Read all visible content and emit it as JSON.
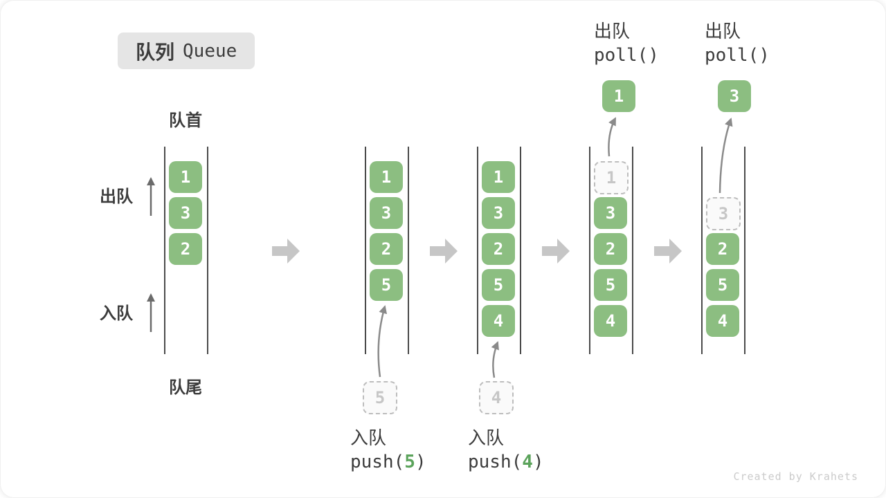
{
  "title": {
    "zh": "队列",
    "en": "Queue"
  },
  "labels": {
    "front": "队首",
    "rear": "队尾",
    "dequeue": "出队",
    "enqueue": "入队"
  },
  "states": [
    {
      "cells": [
        "1",
        "3",
        "2"
      ]
    },
    {
      "cells": [
        "1",
        "3",
        "2",
        "5"
      ],
      "incoming": "5",
      "op": {
        "name": "入队",
        "code_open": "push(",
        "code_arg": "5",
        "code_close": ")"
      }
    },
    {
      "cells": [
        "1",
        "3",
        "2",
        "5",
        "4"
      ],
      "incoming": "4",
      "op": {
        "name": "入队",
        "code_open": "push(",
        "code_arg": "4",
        "code_close": ")"
      }
    },
    {
      "ghost": "1",
      "cells": [
        "3",
        "2",
        "5",
        "4"
      ],
      "outgoing": "1",
      "op": {
        "name": "出队",
        "code": "poll()"
      }
    },
    {
      "ghost": "3",
      "cells": [
        "2",
        "5",
        "4"
      ],
      "outgoing": "3",
      "op": {
        "name": "出队",
        "code": "poll()"
      }
    }
  ],
  "watermark": "Created by Krahets",
  "colors": {
    "cell_green": "#8cbe81",
    "accent_green": "#5ba35b",
    "text_dark": "#3c3c3c",
    "badge_bg": "#e5e5e5",
    "block_arrow": "#c6c6c6",
    "curve_arrow": "#8a8a8a",
    "side_arrow": "#6b6b6b",
    "dashed_border": "#bdbdbd",
    "dashed_text": "#c6c6c6",
    "watermark": "#cbcbcb"
  }
}
